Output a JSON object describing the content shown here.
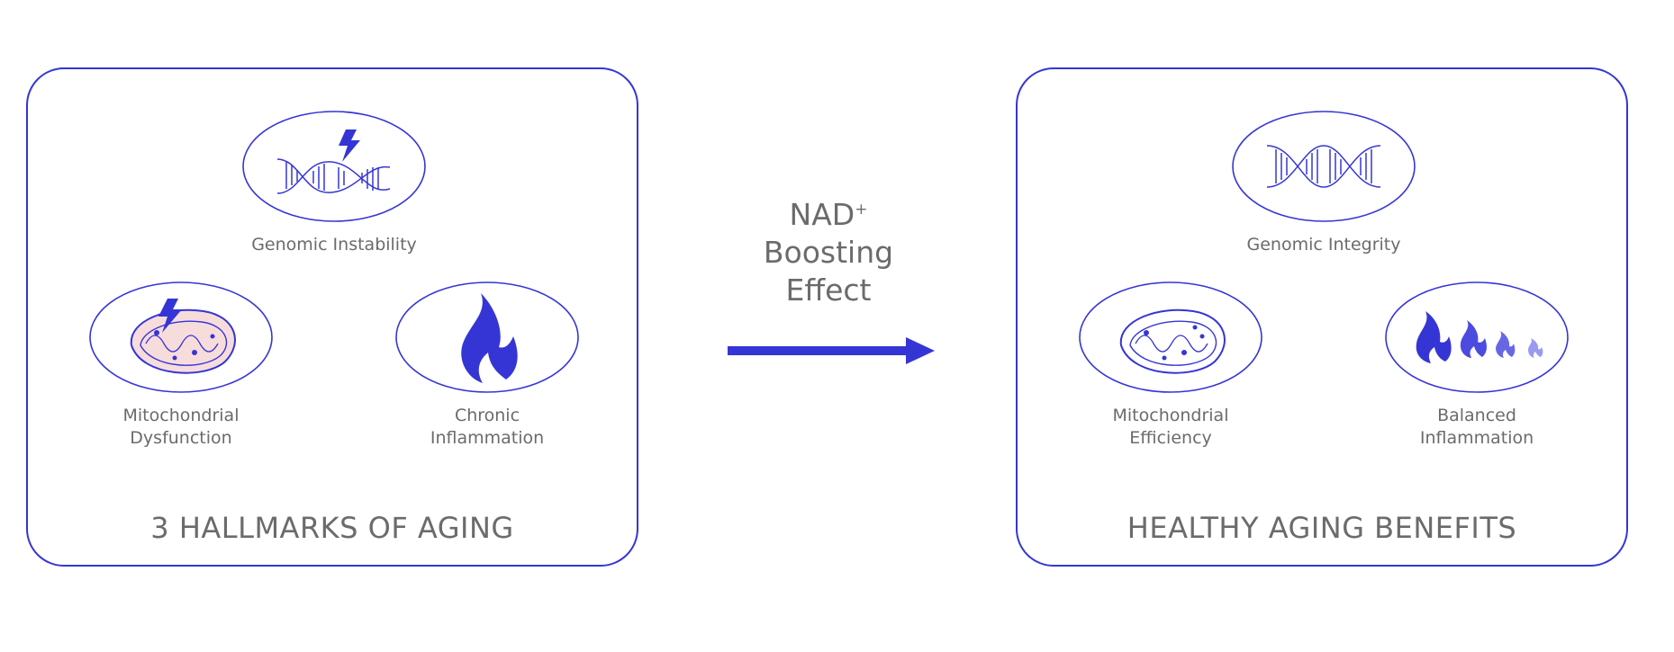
{
  "colors": {
    "accent": "#3535d6",
    "text": "#6b6b6b",
    "mito_fill": "#f7dcdc"
  },
  "left_panel": {
    "title": "3 HALLMARKS OF AGING",
    "items": [
      {
        "label_line1": "Genomic Instability",
        "label_line2": "",
        "icon": "damaged-dna-icon"
      },
      {
        "label_line1": "Mitochondrial",
        "label_line2": "Dysfunction",
        "icon": "damaged-mitochondria-icon"
      },
      {
        "label_line1": "Chronic",
        "label_line2": "Inflammation",
        "icon": "large-flame-icon"
      }
    ]
  },
  "effect": {
    "line1": "NAD",
    "superscript": "+",
    "line2": "Boosting",
    "line3": "Effect"
  },
  "right_panel": {
    "title": "HEALTHY AGING BENEFITS",
    "items": [
      {
        "label_line1": "Genomic Integrity",
        "label_line2": "",
        "icon": "dna-icon"
      },
      {
        "label_line1": "Mitochondrial",
        "label_line2": "Efficiency",
        "icon": "mitochondria-icon"
      },
      {
        "label_line1": "Balanced",
        "label_line2": "Inflammation",
        "icon": "diminishing-flames-icon"
      }
    ]
  }
}
